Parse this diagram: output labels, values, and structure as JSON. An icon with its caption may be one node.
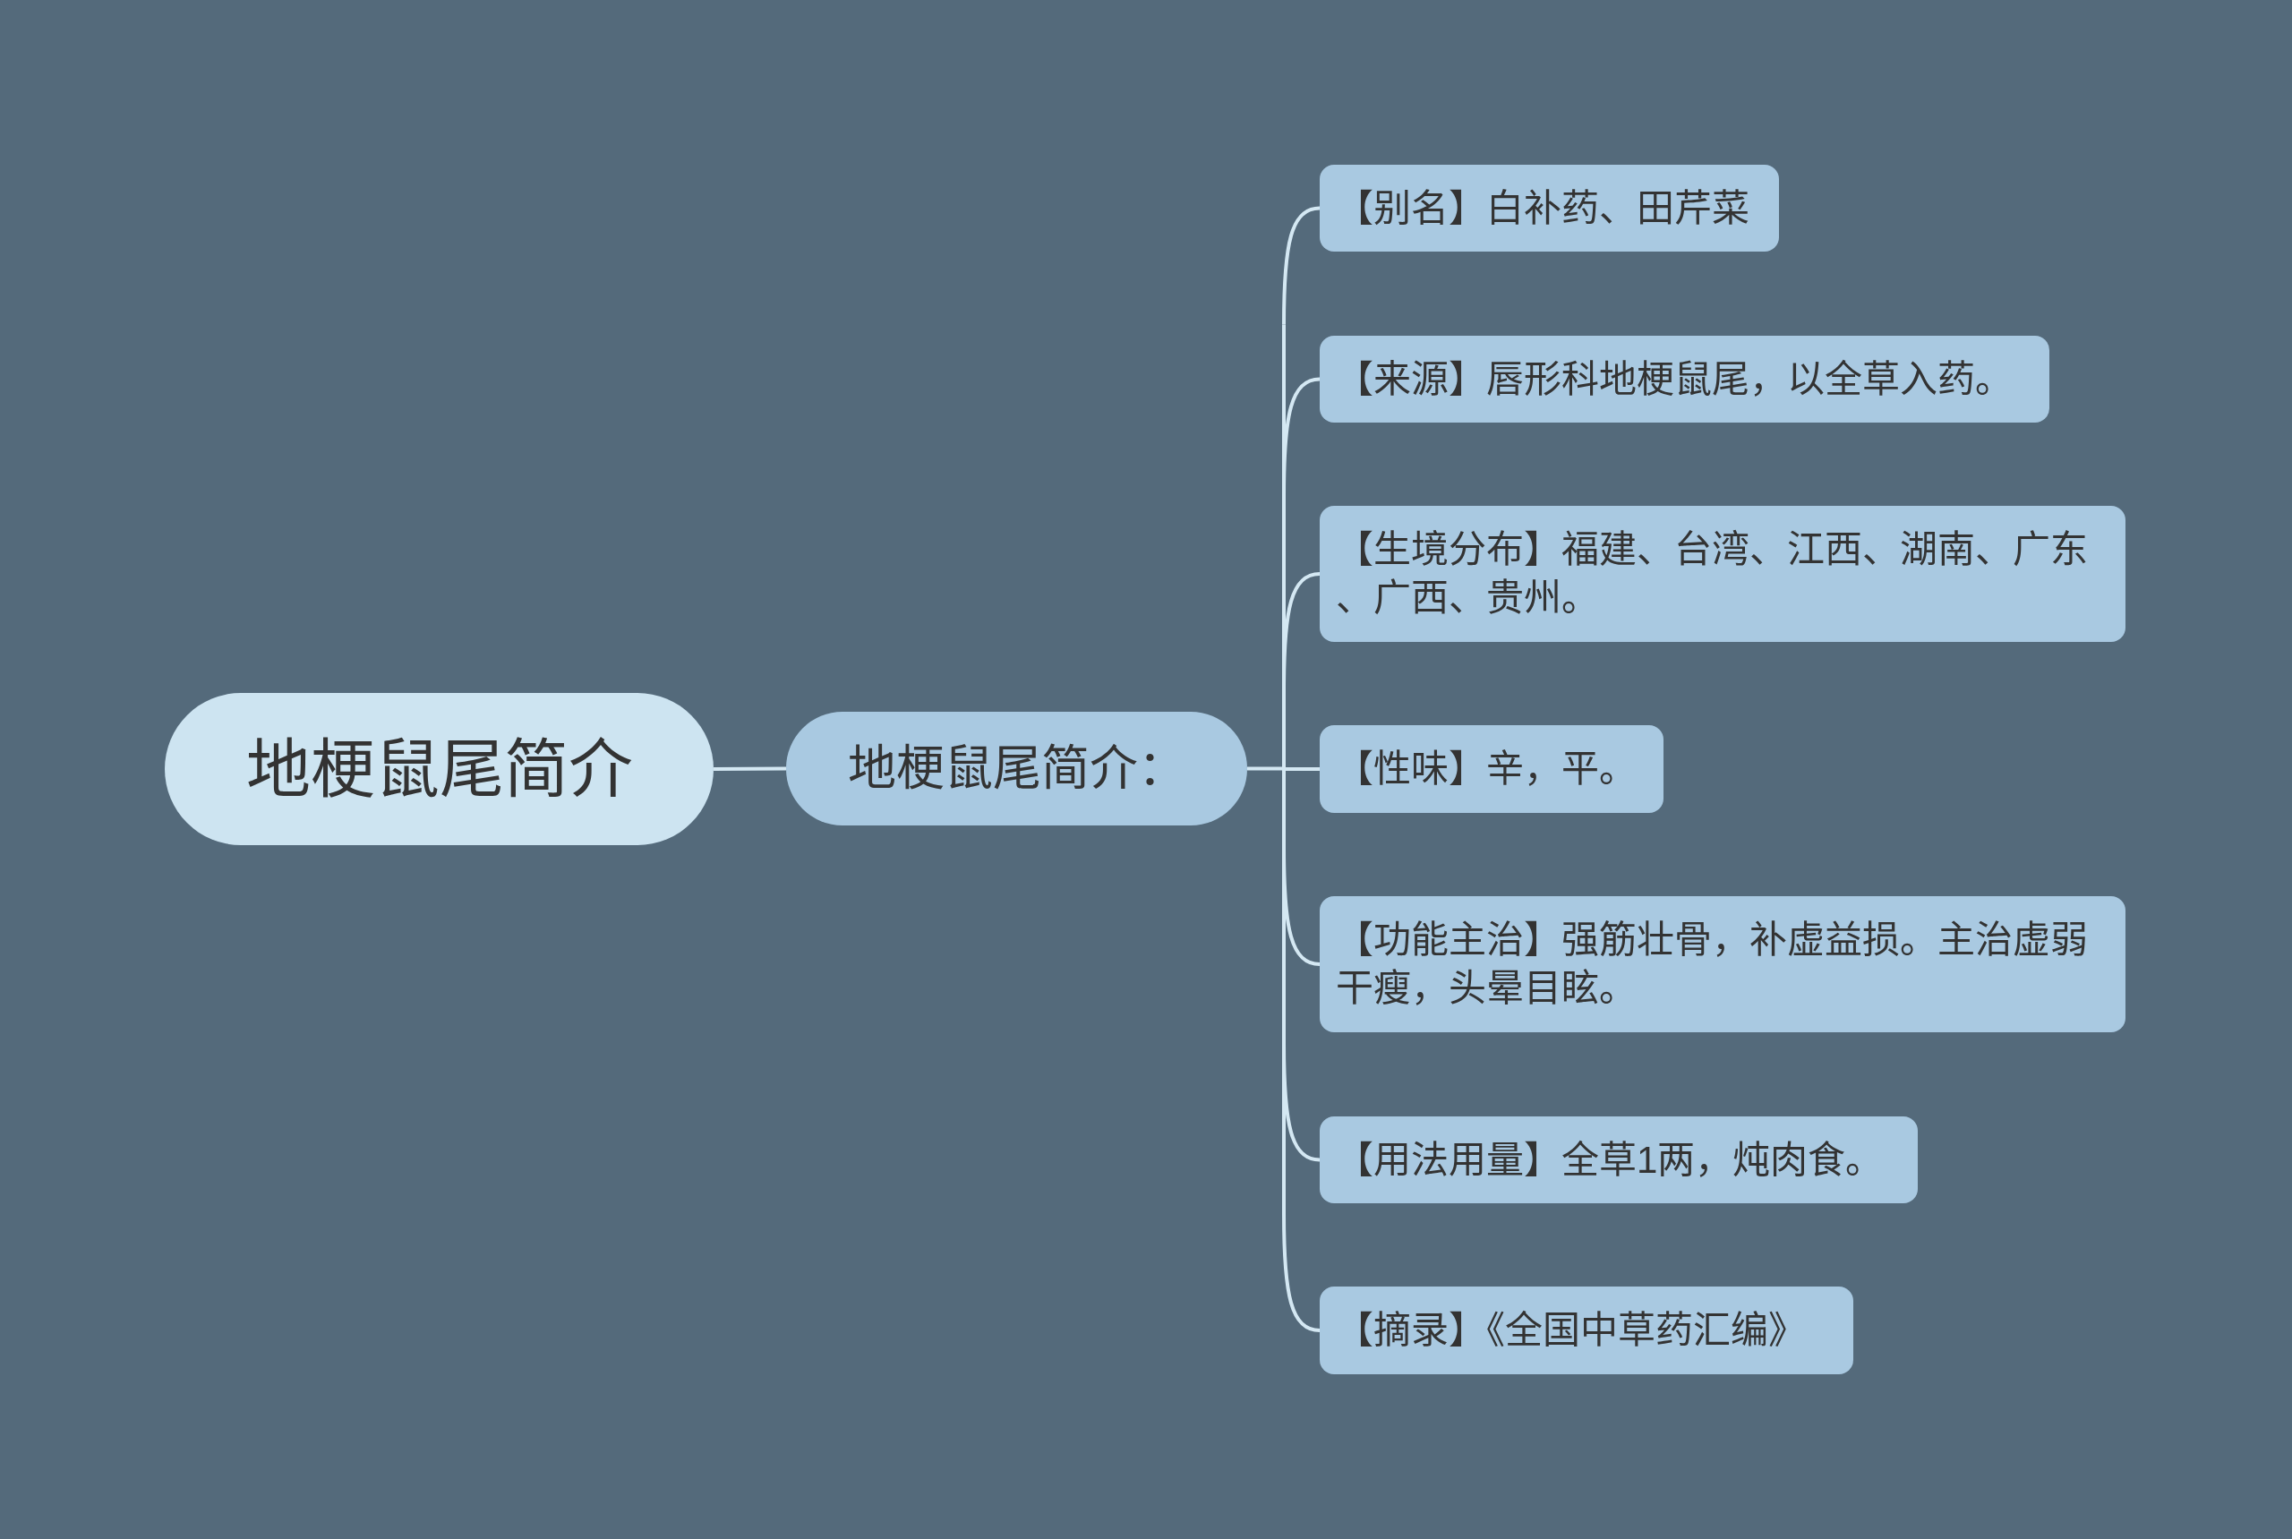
{
  "diagram": {
    "nodes": [
      {
        "text": [
          "地梗鼠尾简介"
        ]
      },
      {
        "text": [
          "地梗鼠尾简介："
        ]
      },
      {
        "text": [
          "【别名】白补药、田芹菜"
        ]
      },
      {
        "text": [
          "【来源】唇形科地梗鼠尾，以全草入药。"
        ]
      },
      {
        "text": [
          "【生境分布】福建、台湾、江西、湖南、广东、广西、贵州。"
        ]
      },
      {
        "text": [
          "【性味】辛，平。"
        ]
      },
      {
        "text": [
          "【功能主治】强筋壮骨，补虚益损。主治虚弱干瘦，头晕目眩。"
        ]
      },
      {
        "text": [
          "【用法用量】全草1两，炖肉食。"
        ]
      },
      {
        "text": [
          "【摘录】《全国中草药汇编》"
        ]
      }
    ],
    "edges": [
      {
        "from": 0,
        "to": 1,
        "arrow": "none"
      },
      {
        "from": 1,
        "to": 2,
        "arrow": "none"
      },
      {
        "from": 1,
        "to": 3,
        "arrow": "none"
      },
      {
        "from": 1,
        "to": 4,
        "arrow": "none"
      },
      {
        "from": 1,
        "to": 5,
        "arrow": "none"
      },
      {
        "from": 1,
        "to": 6,
        "arrow": "none"
      },
      {
        "from": 1,
        "to": 7,
        "arrow": "none"
      },
      {
        "from": 1,
        "to": 8,
        "arrow": "none"
      }
    ]
  }
}
